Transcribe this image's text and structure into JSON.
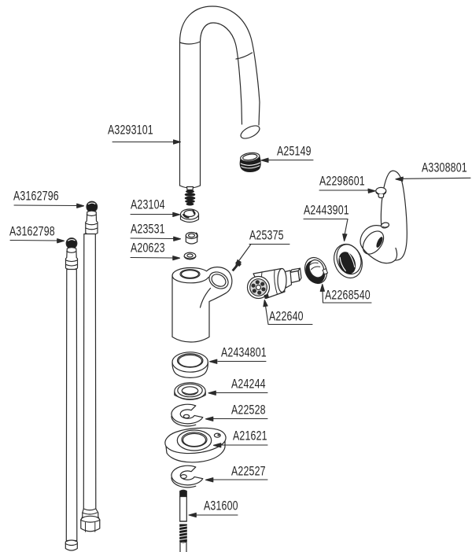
{
  "diagram": {
    "type": "exploded-parts-diagram",
    "line_color": "#2b2b2b",
    "dark_fill": "#1d1d1d",
    "background": "#ffffff",
    "callouts": [
      {
        "number": "A3293101"
      },
      {
        "number": "A25149"
      },
      {
        "number": "A3308801"
      },
      {
        "number": "A2298601"
      },
      {
        "number": "A2443901"
      },
      {
        "number": "A25375"
      },
      {
        "number": "A23104"
      },
      {
        "number": "A23531"
      },
      {
        "number": "A20623"
      },
      {
        "number": "A3162796"
      },
      {
        "number": "A3162798"
      },
      {
        "number": "A22640"
      },
      {
        "number": "A2268540"
      },
      {
        "number": "A2434801"
      },
      {
        "number": "A24244"
      },
      {
        "number": "A22528"
      },
      {
        "number": "A21621"
      },
      {
        "number": "A22527"
      },
      {
        "number": "A31600"
      }
    ]
  }
}
